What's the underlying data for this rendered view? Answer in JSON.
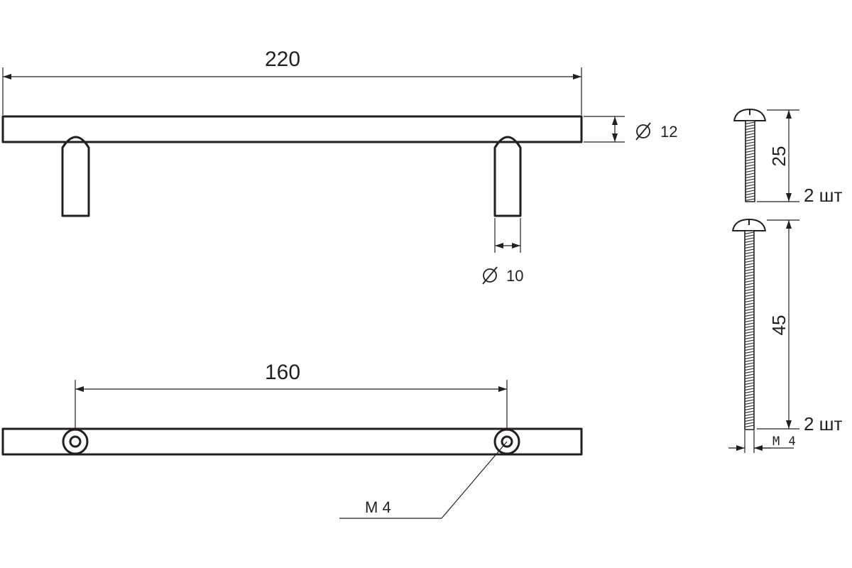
{
  "labels": {
    "overall_length": "220",
    "bar_diameter": "12",
    "leg_diameter": "10",
    "hole_spacing": "160",
    "thread_size": "M 4",
    "short_screw_length": "25",
    "long_screw_length": "45",
    "screw_thread_size": "M 4",
    "short_screw_qty": "2 шт",
    "long_screw_qty": "2 шт"
  },
  "colors": {
    "line": "#231f20",
    "background": "#ffffff"
  },
  "icons": {
    "diameter": "diameter-symbol-icon",
    "arrow": "arrowhead-icon"
  }
}
